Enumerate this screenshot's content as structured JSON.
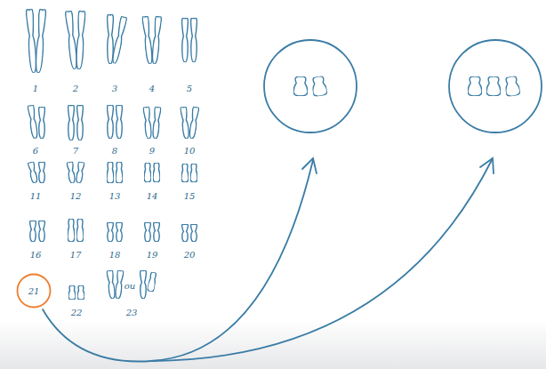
{
  "diagram": {
    "nodes": [
      {
        "text": [
          "21"
        ]
      }
    ],
    "labels": [
      "1",
      "2",
      "3",
      "4",
      "5",
      "6",
      "7",
      "8",
      "9",
      "10",
      "11",
      "12",
      "13",
      "14",
      "15",
      "16",
      "17",
      "18",
      "19",
      "20",
      "22",
      "ou",
      "23"
    ]
  }
}
